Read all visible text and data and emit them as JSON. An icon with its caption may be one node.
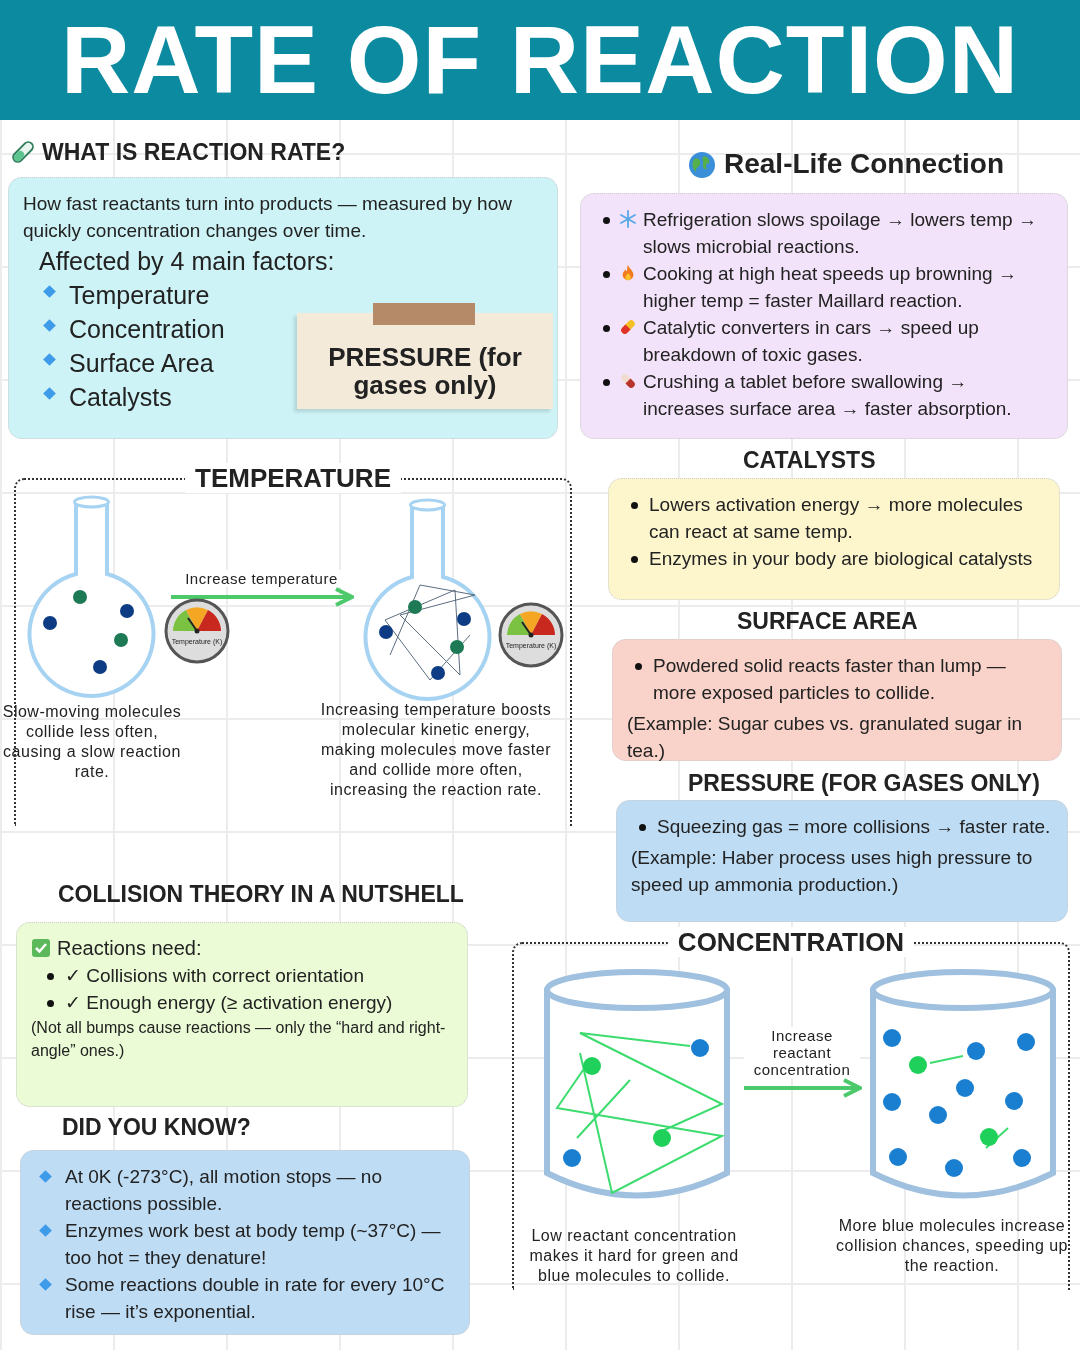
{
  "diagram": {
    "title": "RATE OF REACTION",
    "nodes": [
      {
        "text": [
          "WHAT IS REACTION RATE?",
          "How fast reactants turn into products — measured by how quickly concentration changes over time.",
          "Affected by 4 main factors:",
          "Temperature",
          "Concentration",
          "Surface Area",
          "Catalysts"
        ]
      },
      {
        "text": [
          "PRESSURE (for gases only)"
        ],
        "in": 0
      },
      {
        "text": [
          "Real-Life Connection",
          "Refrigeration slows spoilage → lowers temp → slows microbial reactions.",
          "Cooking at high heat speeds up browning → higher temp = faster Maillard reaction.",
          "Catalytic converters in cars → speed up breakdown of toxic gases.",
          "Crushing a tablet before swallowing → increases surface area → faster absorption."
        ]
      },
      {
        "text": [
          "TEMPERATURE"
        ]
      },
      {
        "text": [],
        "shape": "picture",
        "in": 3,
        "beside": [
          "Slow-moving molecules collide less often, causing a slow reaction rate."
        ]
      },
      {
        "text": [],
        "shape": "picture",
        "in": 3,
        "beside": [
          "Increasing temperature boosts molecular kinetic energy, making molecules move faster and collide more often, increasing the reaction rate."
        ]
      },
      {
        "text": [
          "CATALYSTS",
          "Lowers activation energy → more molecules can react at same temp.",
          "Enzymes in your body are biological catalysts"
        ]
      },
      {
        "text": [
          "SURFACE AREA",
          "Powdered solid reacts faster than lump — more exposed particles to collide.",
          "(Example: Sugar cubes vs. granulated sugar in tea.)"
        ]
      },
      {
        "text": [
          "PRESSURE (FOR GASES ONLY)",
          "Squeezing gas = more collisions → faster rate.",
          "(Example: Haber process uses high pressure to speed up ammonia production.)"
        ]
      },
      {
        "text": [
          "COLLISION THEORY IN A NUTSHELL",
          "Reactions need:",
          "✓ Collisions with correct orientation",
          "✓ Enough energy (≥ activation energy)",
          "(Not all bumps cause reactions — only the “hard and right-angle” ones.)"
        ]
      },
      {
        "text": [
          "DID YOU KNOW?",
          "At 0K (-273°C), all motion stops — no reactions possible.",
          "Enzymes work best at body temp (~37°C) — too hot = they denature!",
          "Some reactions double in rate for every 10°C rise — it’s exponential."
        ]
      },
      {
        "text": [
          "CONCENTRATION"
        ]
      },
      {
        "text": [],
        "shape": "picture",
        "in": 11,
        "beside": [
          "Low reactant concentration makes it hard for green and blue molecules to collide."
        ]
      },
      {
        "text": [],
        "shape": "picture",
        "in": 11,
        "beside": [
          "More blue molecules increase collision chances, speeding up the reaction."
        ]
      }
    ],
    "edges": [
      {
        "from": 4,
        "to": 5,
        "arrow": "to",
        "label": "Increase temperature"
      },
      {
        "from": 12,
        "to": 13,
        "arrow": "to",
        "label": "Increase reactant concentration"
      }
    ],
    "labels": [
      "Temperature (K)",
      "Temperature (K)"
    ]
  }
}
